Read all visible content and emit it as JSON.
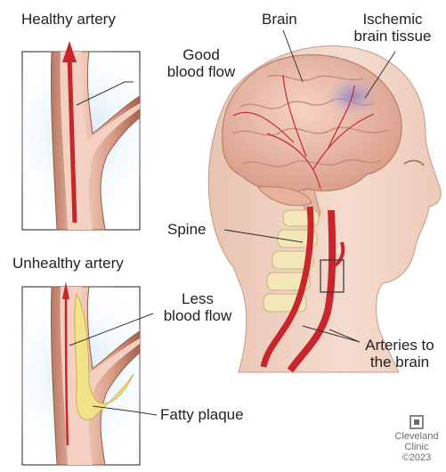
{
  "labels": {
    "healthy_artery": "Healthy artery",
    "good_blood_flow": "Good\nblood flow",
    "brain": "Brain",
    "ischemic_brain_tissue": "Ischemic\nbrain tissue",
    "spine": "Spine",
    "unhealthy_artery": "Unhealthy artery",
    "less_blood_flow": "Less\nblood flow",
    "arteries_to_the_brain": "Arteries to\nthe brain",
    "fatty_plaque": "Fatty plaque"
  },
  "credit": {
    "line1": "Cleveland",
    "line2": "Clinic",
    "line3": "©2023"
  },
  "colors": {
    "text": "#222222",
    "artery_red": "#c8262c",
    "vessel_wall": "#d9a38f",
    "plaque_yellow": "#f2e28a",
    "skin": "#f3d6c6",
    "brain": "#eec0ad",
    "ischemic": "#9d8fc4",
    "spine": "#f3e6b8",
    "glow": "#cfe7f6"
  }
}
